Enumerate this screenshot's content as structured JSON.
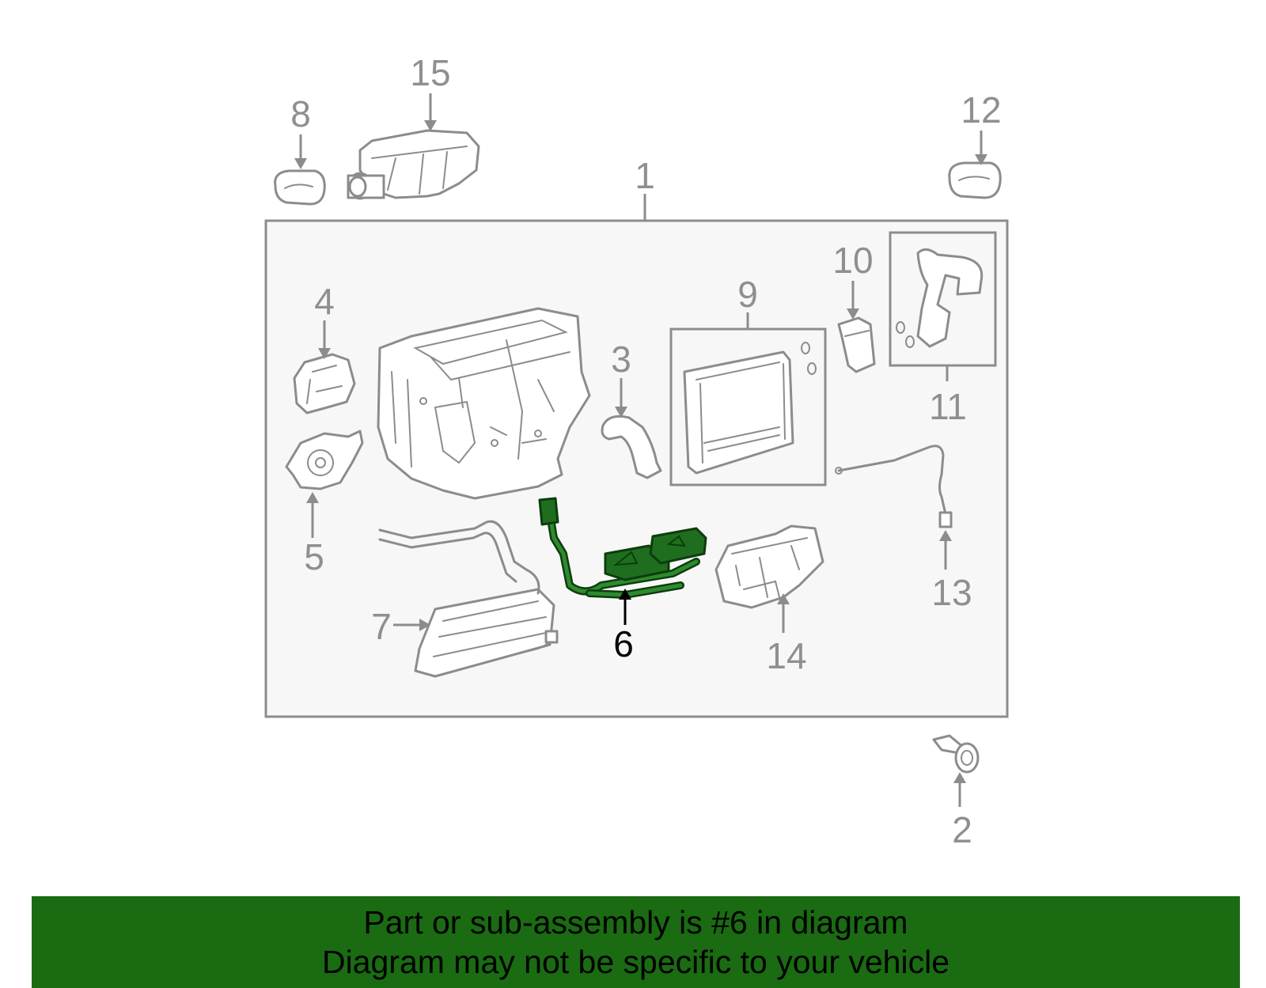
{
  "diagram": {
    "callouts": [
      {
        "id": "1",
        "label": "1"
      },
      {
        "id": "2",
        "label": "2"
      },
      {
        "id": "3",
        "label": "3"
      },
      {
        "id": "4",
        "label": "4"
      },
      {
        "id": "5",
        "label": "5"
      },
      {
        "id": "6",
        "label": "6",
        "highlighted": true
      },
      {
        "id": "7",
        "label": "7"
      },
      {
        "id": "8",
        "label": "8"
      },
      {
        "id": "9",
        "label": "9"
      },
      {
        "id": "10",
        "label": "10"
      },
      {
        "id": "11",
        "label": "11"
      },
      {
        "id": "12",
        "label": "12"
      },
      {
        "id": "13",
        "label": "13"
      },
      {
        "id": "14",
        "label": "14"
      },
      {
        "id": "15",
        "label": "15"
      }
    ],
    "highlight_color": "#1f6e1f",
    "line_color": "#8c8c8c",
    "panel_fill": "#f7f7f7"
  },
  "banner": {
    "line1": "Part or sub-assembly is #6 in diagram",
    "line2": "Diagram may not be specific to your vehicle",
    "background": "#1a6b12"
  }
}
